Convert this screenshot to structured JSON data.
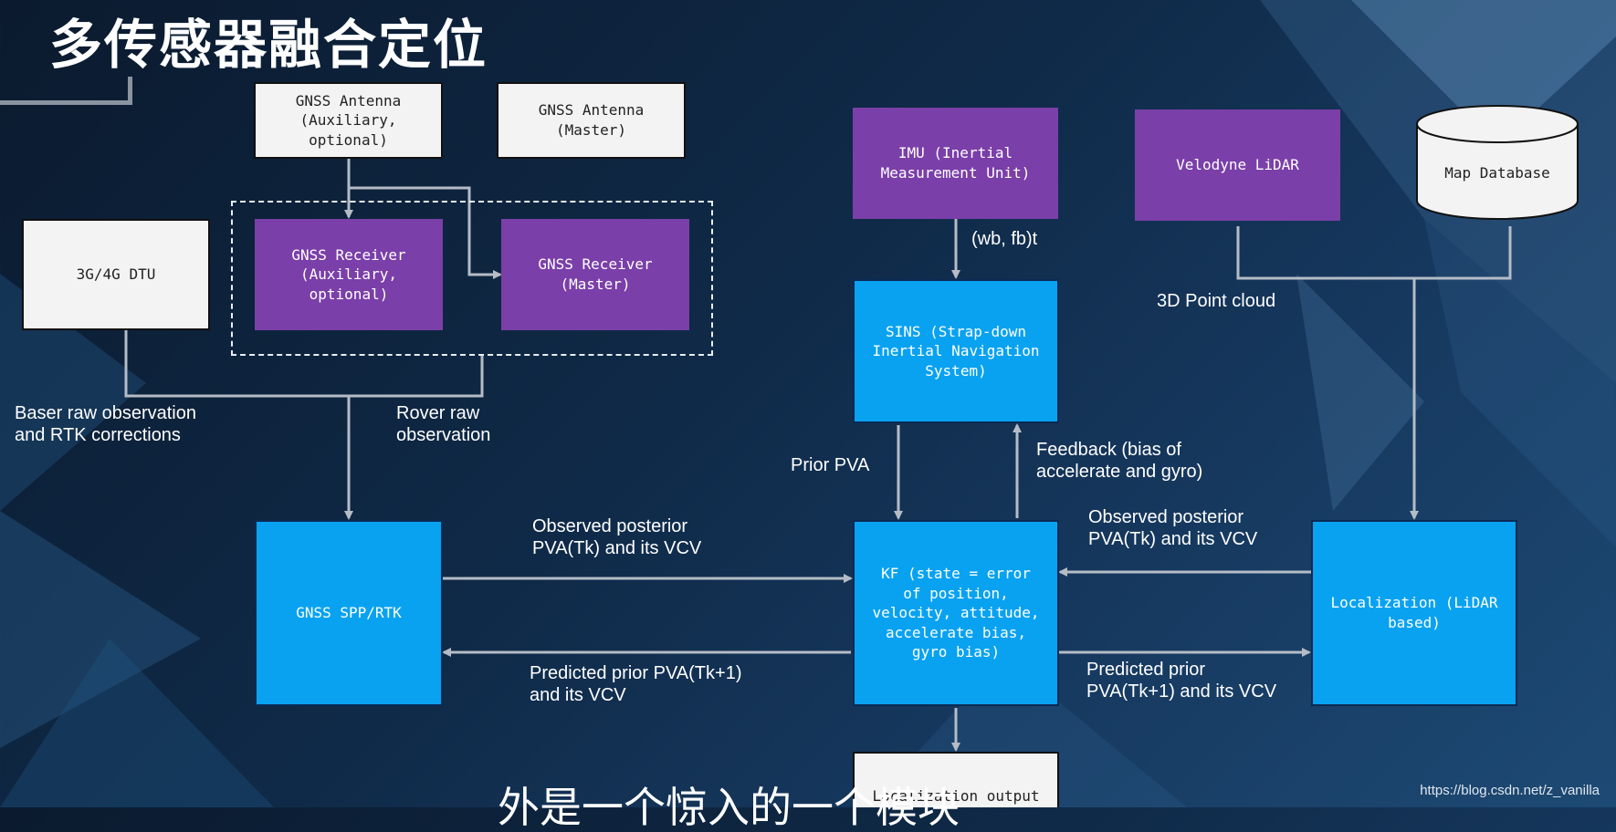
{
  "title": "多传感器融合定位",
  "boxes": {
    "gnss_antenna_aux": "GNSS Antenna\n(Auxiliary,\noptional)",
    "gnss_antenna_master": "GNSS Antenna\n(Master)",
    "dtu": "3G/4G DTU",
    "gnss_receiver_aux": "GNSS Receiver\n(Auxiliary,\noptional)",
    "gnss_receiver_master": "GNSS Receiver\n(Master)",
    "imu": "IMU (Inertial\nMeasurement Unit)",
    "lidar": "Velodyne LiDAR",
    "map_db": "Map Database",
    "sins": "SINS (Strap-down\nInertial Navigation\nSystem)",
    "gnss_spp": "GNSS SPP/RTK",
    "kf": "KF (state = error\nof position,\nvelocity, attitude,\naccelerate bias,\ngyro bias)",
    "localization_lidar": "Localization (LiDAR\nbased)",
    "localization_output": "Localization output"
  },
  "labels": {
    "wb_fb": "(wb, fb)t",
    "point_cloud": "3D Point cloud",
    "baser": "Baser raw observation\nand RTK corrections",
    "rover": "Rover raw\nobservation",
    "prior_pva": "Prior PVA",
    "feedback": "Feedback (bias of\naccelerate and gyro)",
    "obs_left": "Observed posterior\nPVA(Tk) and its VCV",
    "obs_right": "Observed posterior\nPVA(Tk) and its VCV",
    "pred_left": "Predicted prior PVA(Tk+1)\nand its VCV",
    "pred_right": "Predicted prior\nPVA(Tk+1) and its VCV"
  },
  "bottom_text": "外是一个惊入的一个模块",
  "watermark": "https://blog.csdn.net/z_vanilla",
  "colors": {
    "purple": "#7a3fa8",
    "blue": "#09a2f1",
    "white_box": "#f3f3f3",
    "arrow": "#b5bcc6"
  }
}
